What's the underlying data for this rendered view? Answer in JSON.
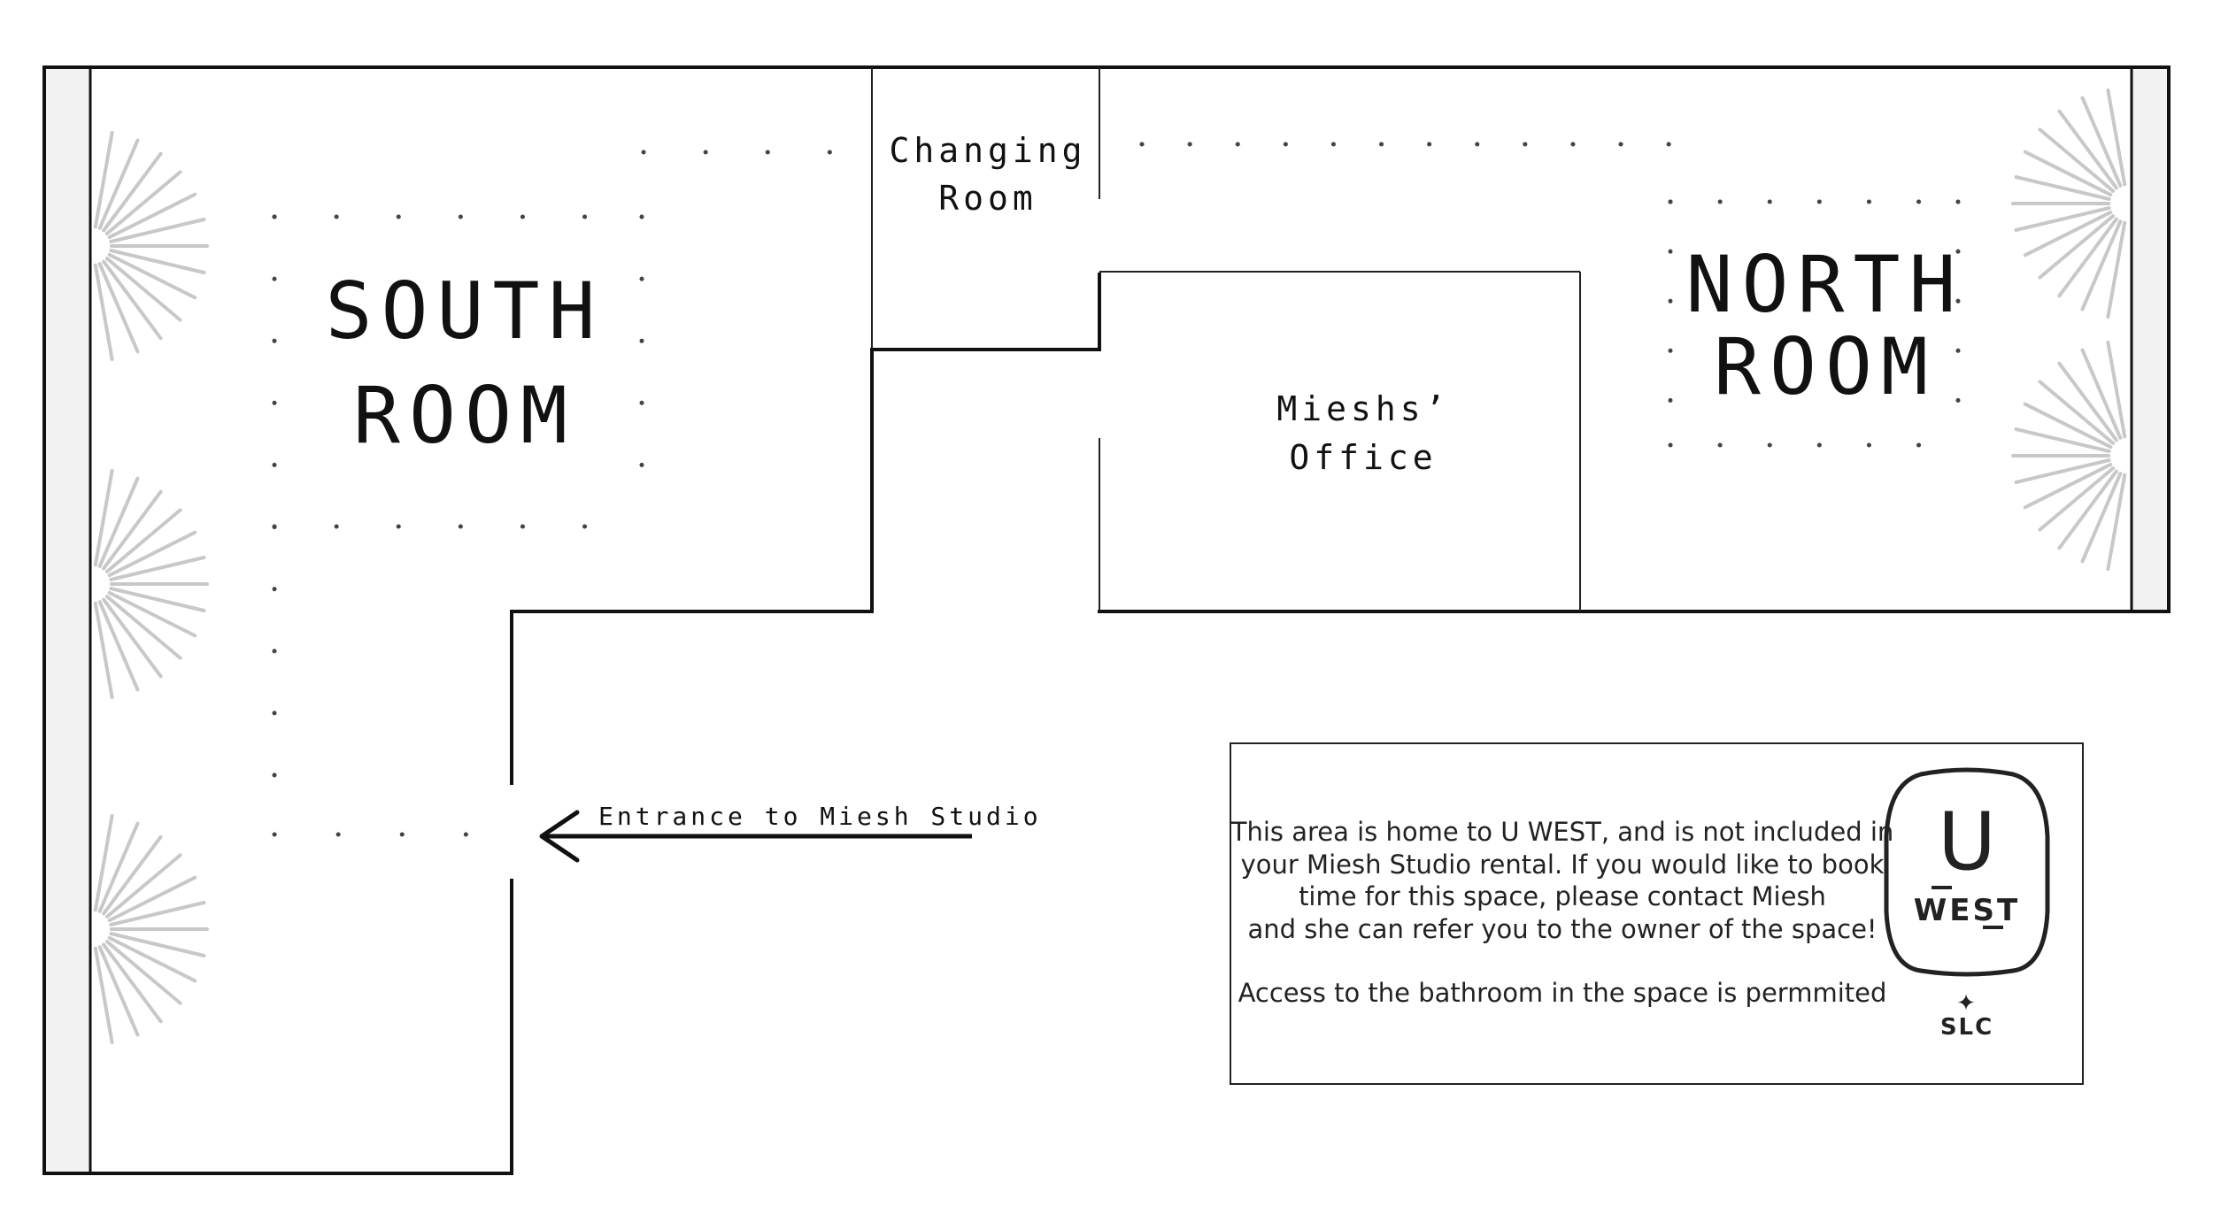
{
  "rooms": {
    "south_line1": "SOUTH",
    "south_line2": "ROOM",
    "north_line1": "NORTH",
    "north_line2": "ROOM",
    "changing_line1": "Changing",
    "changing_line2": "Room",
    "office_line1": "Mieshs’",
    "office_line2": "Office"
  },
  "entrance": {
    "label": "Entrance to Miesh Studio"
  },
  "notice": {
    "line1": "This area is home to U WEST, and is not included in",
    "line2": "your Miesh Studio rental. If you would like to book",
    "line3": "time for this space, please contact Miesh",
    "line4": "and she can refer you to the owner of the space!",
    "line5": "Access to the bathroom in the space is permmited"
  },
  "logo": {
    "letter": "U",
    "word": "WEST",
    "city": "SLC",
    "star": "✦"
  },
  "colors": {
    "wall": "#111111",
    "dots": "#444444",
    "window_rays": "#c8c8c8",
    "background": "#ffffff"
  }
}
